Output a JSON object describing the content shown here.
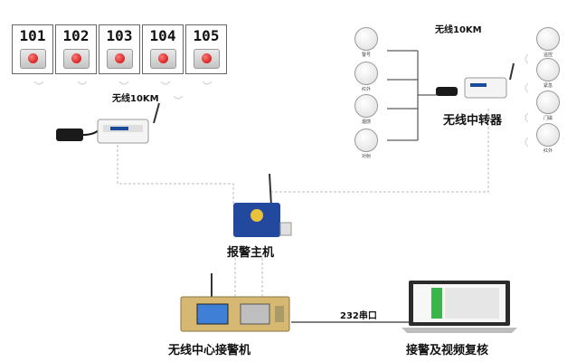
{
  "rooms": [
    {
      "number": "101"
    },
    {
      "number": "102"
    },
    {
      "number": "103"
    },
    {
      "number": "104"
    },
    {
      "number": "105"
    }
  ],
  "wireless_label_left": "无线10KM",
  "wireless_label_right": "无线10KM",
  "left_sensors": [
    {
      "label": "警号",
      "icon": "siren-icon"
    },
    {
      "label": "红外",
      "icon": "infrared-detector-icon"
    },
    {
      "label": "烟感",
      "icon": "smoke-detector-icon"
    },
    {
      "label": "对射",
      "icon": "beam-detector-icon"
    }
  ],
  "right_sensors": [
    {
      "label": "遥控",
      "icon": "remote-control-icon"
    },
    {
      "label": "紧急",
      "icon": "panic-button-icon"
    },
    {
      "label": "门磁",
      "icon": "door-contact-icon"
    },
    {
      "label": "红外",
      "icon": "infrared-detector-icon"
    }
  ],
  "repeater_label": "无线中转器",
  "alarm_host_label": "报警主机",
  "center_receiver_label": "无线中心接警机",
  "link_label": "232串口",
  "pc_label": "接警及视频复核"
}
